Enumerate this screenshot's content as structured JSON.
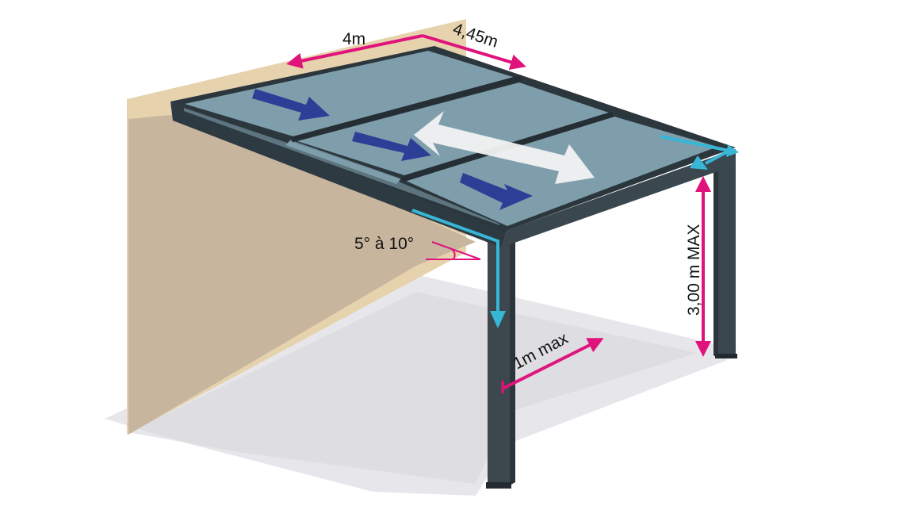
{
  "dimensions": {
    "width_label": "4m",
    "depth_label": "4,45m",
    "slope_label": "5° à 10°",
    "height_label": "3,00 m MAX",
    "overhang_label": "1m max"
  },
  "colors": {
    "wall": "#e6d3ad",
    "wall_shadow": "#c8b59e",
    "ground_shadow": "#dcdce0",
    "frame": "#2e3a42",
    "glass": "#7f9eab",
    "dimension_arrow": "#e0137c",
    "water_flow_arrow": "#2c3f97",
    "drainage_arrow": "#37b6d6",
    "slide_arrow": "#f2f2f2"
  },
  "icons": {
    "water_flow": "arrow-right-icon",
    "sliding_panels": "double-arrow-icon",
    "drainage": "down-arrow-icon"
  }
}
